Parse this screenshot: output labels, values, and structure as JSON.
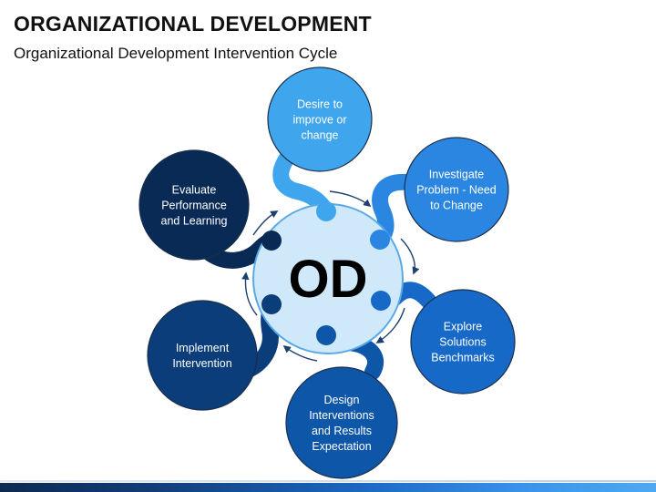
{
  "header": {
    "title": "ORGANIZATIONAL DEVELOPMENT",
    "subtitle": "Organizational Development Intervention Cycle"
  },
  "center": {
    "label": "OD",
    "fill": "#cfe9fa",
    "stroke": "#5aa9e6"
  },
  "stages": [
    {
      "id": "desire",
      "lines": [
        "Desire to",
        "improve or",
        "change"
      ],
      "color": "#3fa6ee"
    },
    {
      "id": "investigate",
      "lines": [
        "Investigate",
        "Problem - Need",
        "to Change"
      ],
      "color": "#2a86e0"
    },
    {
      "id": "explore",
      "lines": [
        "Explore",
        "Solutions",
        "Benchmarks"
      ],
      "color": "#1769c7"
    },
    {
      "id": "design",
      "lines": [
        "Design",
        "Interventions",
        "and Results",
        "Expectation"
      ],
      "color": "#0e56a8"
    },
    {
      "id": "implement",
      "lines": [
        "Implement",
        "Intervention"
      ],
      "color": "#0a3d79"
    },
    {
      "id": "evaluate",
      "lines": [
        "Evaluate",
        "Performance",
        "and Learning"
      ],
      "color": "#082a55"
    }
  ]
}
